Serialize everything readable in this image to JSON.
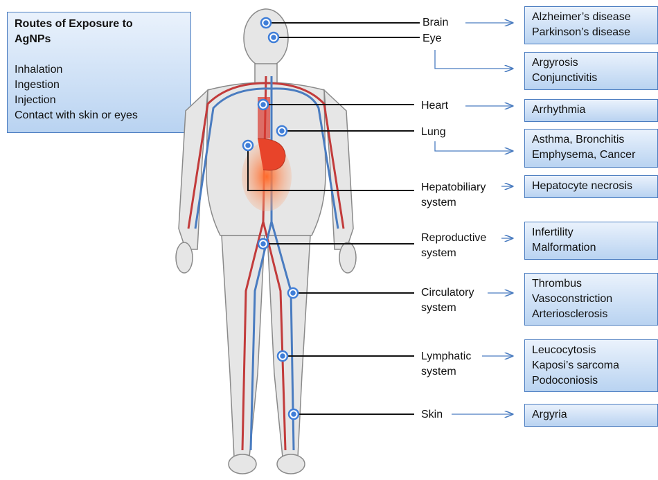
{
  "routes_box": {
    "title_line1": "Routes of Exposure to",
    "title_line2": "AgNPs",
    "items": [
      "Inhalation",
      "Ingestion",
      "Injection",
      "Contact with skin or eyes"
    ]
  },
  "organs": {
    "brain": "Brain",
    "eye": "Eye",
    "heart": "Heart",
    "lung": "Lung",
    "hepatobiliary": [
      "Hepatobiliary",
      "system"
    ],
    "reproductive": [
      "Reproductive",
      "system"
    ],
    "circulatory": [
      "Circulatory",
      "system"
    ],
    "lymphatic": [
      "Lymphatic",
      "system"
    ],
    "skin": "Skin"
  },
  "effects": {
    "brain": [
      "Alzheimer’s disease",
      "Parkinson’s disease"
    ],
    "eye": [
      "Argyrosis",
      "Conjunctivitis"
    ],
    "heart": [
      "Arrhythmia"
    ],
    "lung": [
      "Asthma, Bronchitis",
      "Emphysema, Cancer"
    ],
    "hepatobiliary": [
      "Hepatocyte necrosis"
    ],
    "reproductive": [
      "Infertility",
      "Malformation"
    ],
    "circulatory": [
      "Thrombus",
      "Vasoconstriction",
      "Arteriosclerosis"
    ],
    "lymphatic": [
      "Leucocytosis",
      "Kaposi’s sarcoma",
      "Podoconiosis"
    ],
    "skin": [
      "Argyria"
    ]
  },
  "colors": {
    "box_border": "#4a7cc0",
    "arrow": "#4a7cc0",
    "artery": "#c23b3b",
    "vein": "#4a7cc0",
    "marker": "#3f7ed8"
  }
}
